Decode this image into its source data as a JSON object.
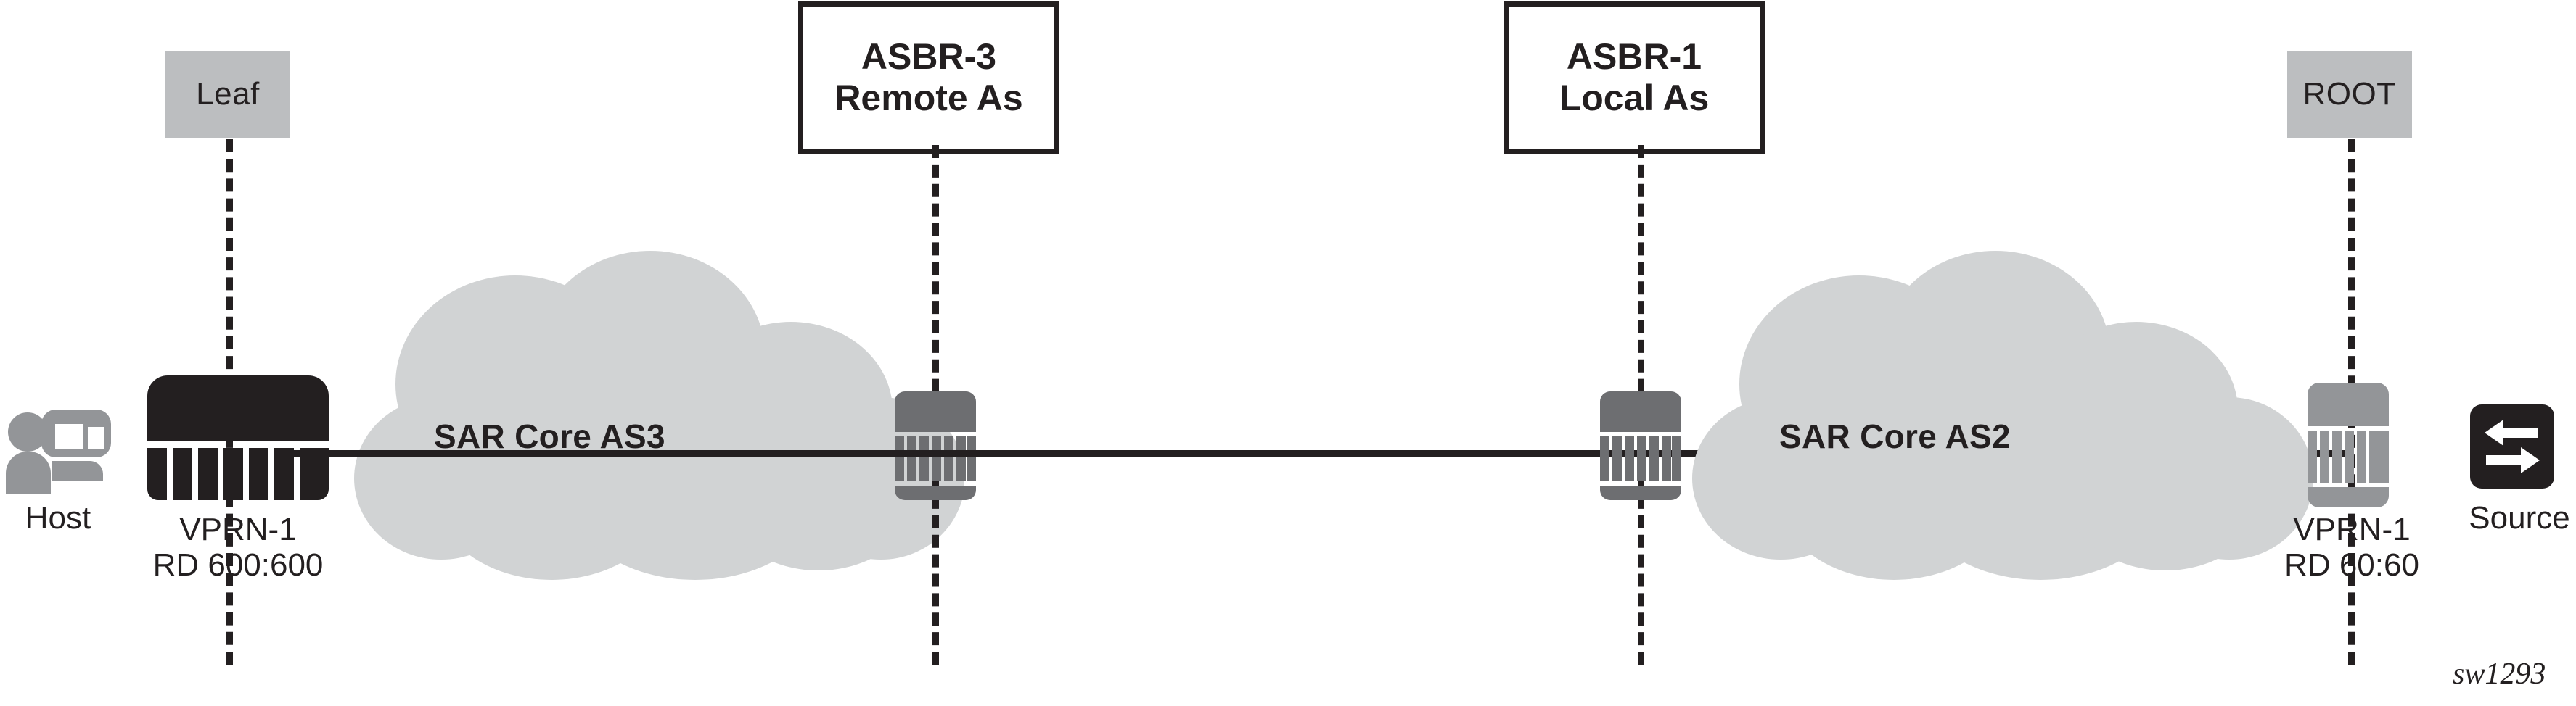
{
  "figure": {
    "id_label": "sw1293",
    "type": "network-topology-diagram"
  },
  "colors": {
    "ink": "#231f20",
    "tag_box_fill": "#bcbec0",
    "cloud_fill": "#d1d3d4",
    "host_icon": "#939598",
    "router_black": "#231f20",
    "router_dark_gray": "#6d6e71",
    "router_mid_gray": "#939598",
    "background": "#ffffff"
  },
  "nodes": {
    "leaf_tag": {
      "label": "Leaf"
    },
    "root_tag": {
      "label": "ROOT"
    },
    "asbr3": {
      "line1": "ASBR-3",
      "line2": "Remote As"
    },
    "asbr1": {
      "line1": "ASBR-1",
      "line2": "Local As"
    },
    "host": {
      "label": "Host",
      "icon": "host-user-monitor-icon"
    },
    "source": {
      "label": "Source",
      "icon": "bidirectional-arrows-icon"
    },
    "left_pe": {
      "icon": "router-icon",
      "line1": "VPRN-1",
      "line2": "RD 600:600"
    },
    "right_pe": {
      "icon": "router-icon",
      "line1": "VPRN-1",
      "line2": "RD 60:60"
    },
    "asbr3_router": {
      "icon": "router-icon"
    },
    "asbr1_router": {
      "icon": "router-icon"
    }
  },
  "clouds": [
    {
      "label": "SAR Core AS3"
    },
    {
      "label": "SAR Core AS2"
    }
  ]
}
